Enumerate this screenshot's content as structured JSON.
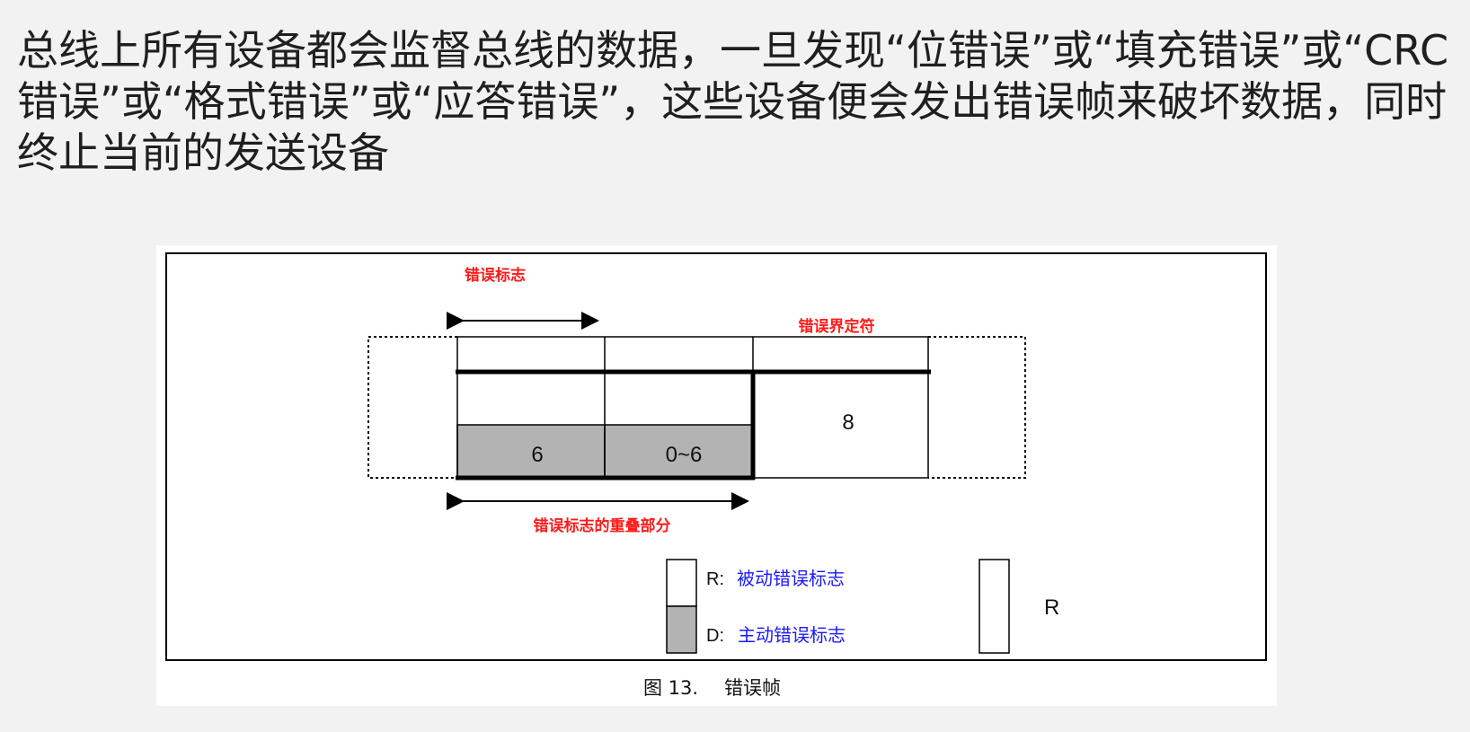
{
  "paragraph": "总线上所有设备都会监督总线的数据，一旦发现“位错误”或“填充错误”或“CRC错误”或“格式错误”或“应答错误”，这些设备便会发出错误帧来破坏数据，同时终止当前的发送设备",
  "figure": {
    "labels": {
      "error_flag": "错误标志",
      "error_delimiter": "错误界定符",
      "overlap": "错误标志的重叠部分"
    },
    "segments": {
      "flag": "6",
      "overlap": "0~6",
      "delimiter": "8"
    },
    "legend": {
      "r_prefix": "R:",
      "r_text": "被动错误标志",
      "d_prefix": "D:",
      "d_text": "主动错误标志",
      "r_symbol": "R"
    },
    "caption": {
      "number": "图 13.",
      "title": "错误帧"
    },
    "colors": {
      "red_label": "#ff1a1a",
      "blue_label": "#1a1aff",
      "active_fill": "#b3b3b3"
    }
  }
}
